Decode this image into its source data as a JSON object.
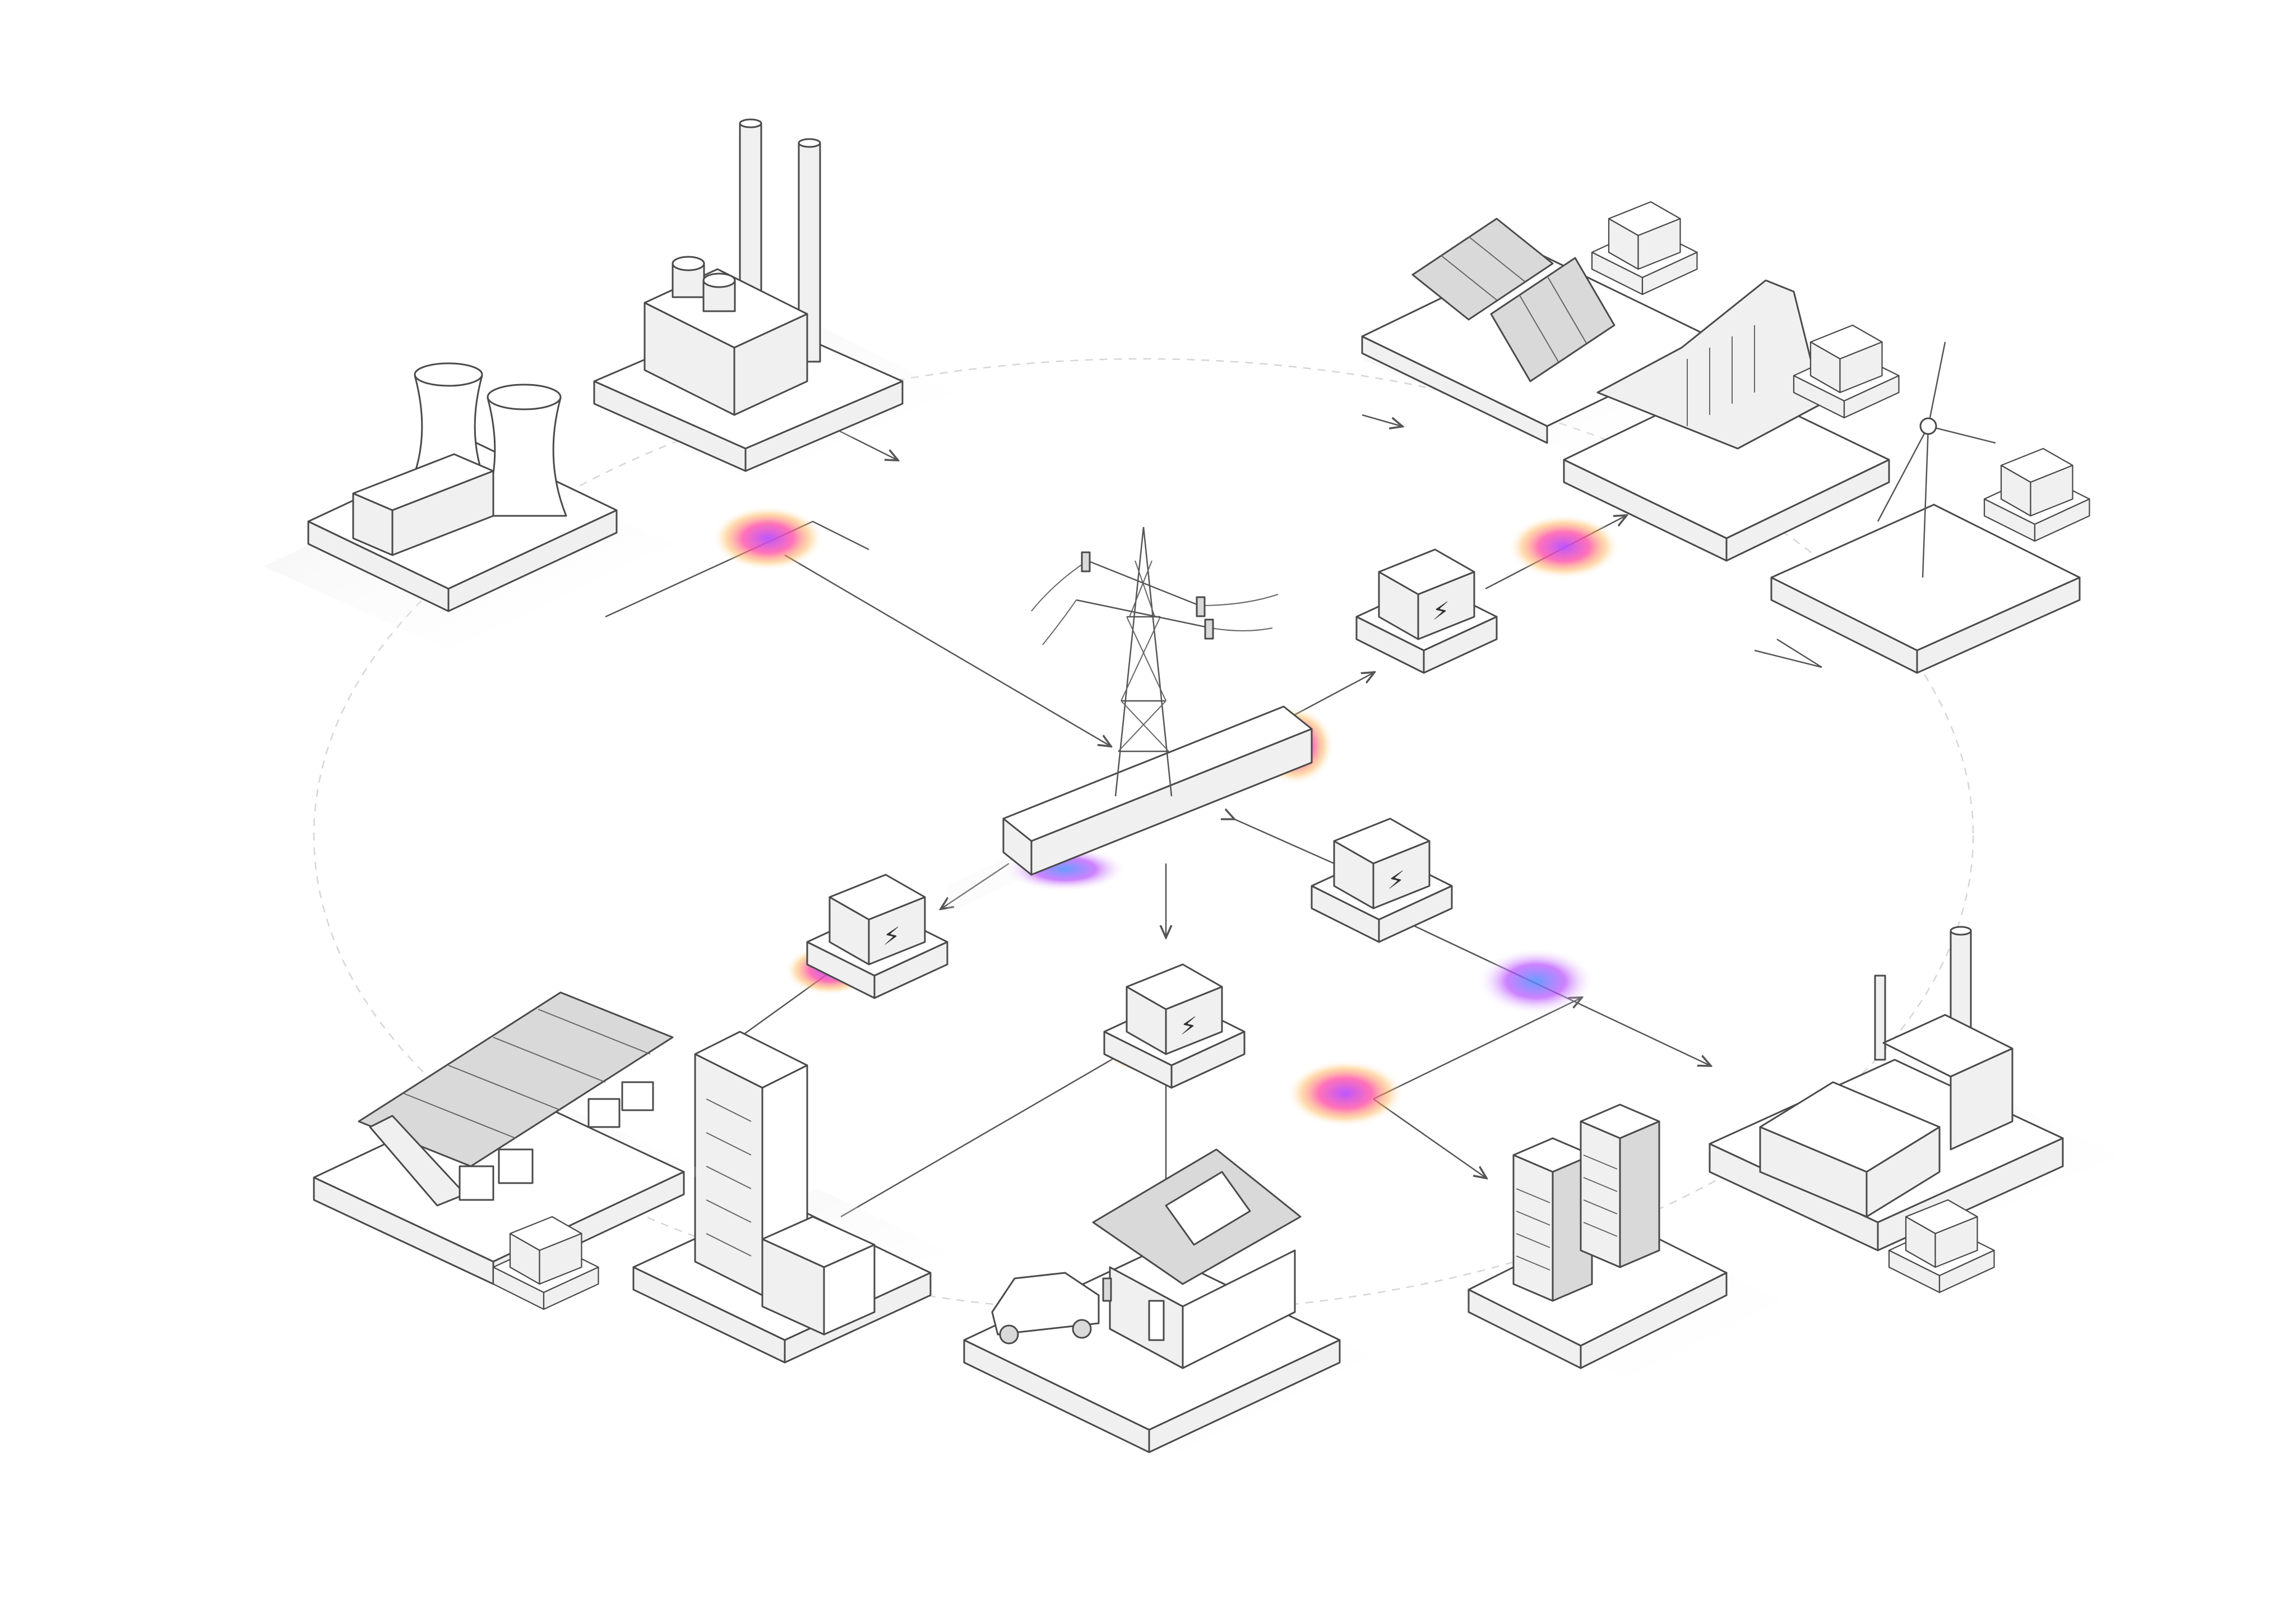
{
  "diagram": {
    "accent_colors": {
      "glow_purple": "#b84dff",
      "glow_pink": "#ff4fa8",
      "glow_orange": "#ffb24d",
      "glow_blue": "#4d8cff",
      "line": "#4a4a4a",
      "platform_side": "#f0f0f0"
    },
    "nodes": [
      {
        "id": "transmission-tower-hub",
        "icon": "transmission-tower-icon"
      },
      {
        "id": "nuclear-plant",
        "icon": "cooling-tower-icon"
      },
      {
        "id": "coal-plant",
        "icon": "smokestack-factory-icon"
      },
      {
        "id": "renewable-park",
        "icon": "solar-hydro-wind-icon"
      },
      {
        "id": "industrial-factory",
        "icon": "factory-icon"
      },
      {
        "id": "data-center",
        "icon": "server-rack-icon"
      },
      {
        "id": "smart-home",
        "icon": "house-solar-ev-icon"
      },
      {
        "id": "office-buildings",
        "icon": "office-building-icon"
      },
      {
        "id": "logistics-depot",
        "icon": "solar-roof-truck-depot-icon"
      }
    ],
    "storage_units": [
      {
        "id": "battery-renewable-link",
        "icon": "battery-icon"
      },
      {
        "id": "battery-factory-link",
        "icon": "battery-icon"
      },
      {
        "id": "battery-depot-link",
        "icon": "battery-icon"
      },
      {
        "id": "battery-home-link",
        "icon": "battery-icon"
      }
    ],
    "battery_glyph": "⚡"
  }
}
